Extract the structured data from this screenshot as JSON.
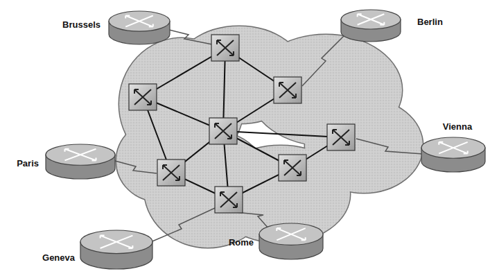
{
  "diagram": {
    "nodes": [
      {
        "text": [
          "Brussels"
        ]
      },
      {
        "text": [
          "Berlin"
        ]
      },
      {
        "text": [
          "Vienna"
        ]
      },
      {
        "text": [
          "Paris"
        ]
      },
      {
        "text": [
          "Geneva"
        ]
      },
      {
        "text": [
          "Rome"
        ]
      }
    ]
  }
}
